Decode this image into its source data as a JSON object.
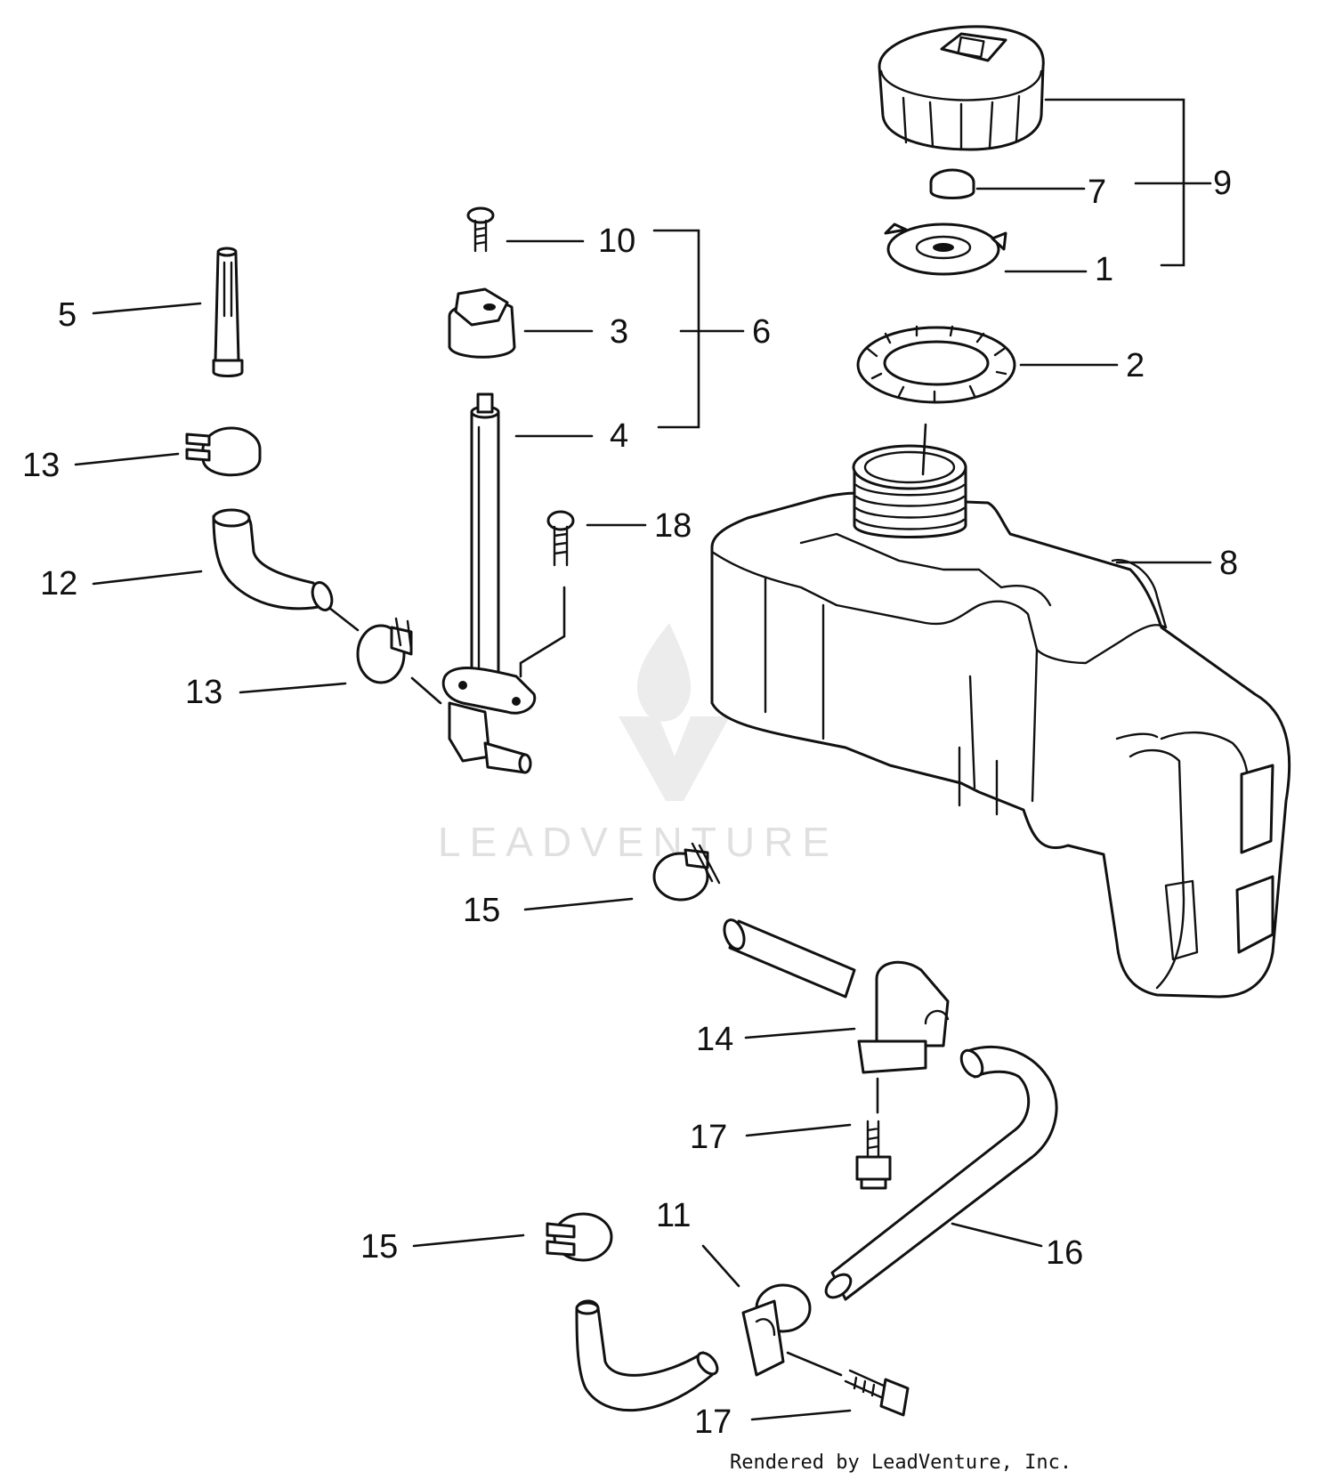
{
  "callouts": {
    "c1": "1",
    "c2": "2",
    "c3": "3",
    "c4": "4",
    "c5": "5",
    "c6": "6",
    "c7": "7",
    "c8": "8",
    "c9": "9",
    "c10": "10",
    "c11": "11",
    "c12": "12",
    "c13a": "13",
    "c13b": "13",
    "c14": "14",
    "c15a": "15",
    "c15b": "15",
    "c16": "16",
    "c17a": "17",
    "c17b": "17",
    "c18": "18"
  },
  "watermark": "LEADVENTURE",
  "credit": "Rendered by LeadVenture, Inc."
}
